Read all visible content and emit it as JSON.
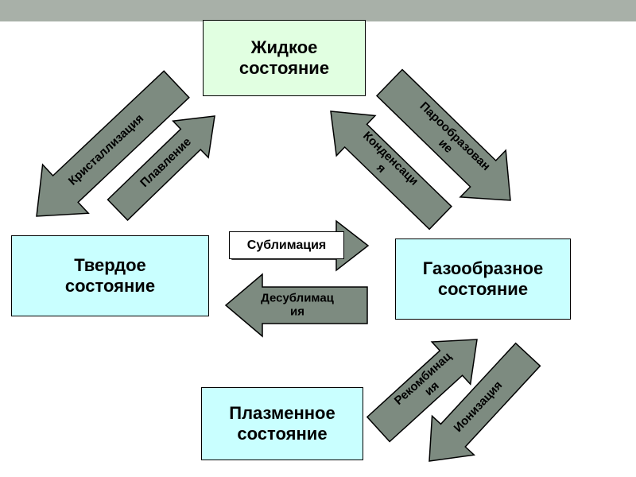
{
  "slide": {
    "title": "Agregate states of matter diagram",
    "top_bar_color": "#a8b0a8",
    "background_color": "#ffffff"
  },
  "colors": {
    "arrow_fill": "#7d8b80",
    "arrow_outline": "#000000",
    "liquid_box": "#e1ffe1",
    "cyan_box": "#c9ffff",
    "box_border": "#000000"
  },
  "nodes": {
    "liquid": {
      "label": "Жидкое состояние"
    },
    "solid": {
      "label": "Твердое состояние"
    },
    "gas": {
      "label": "Газообразное состояние"
    },
    "plasma": {
      "label": "Плазменное состояние"
    }
  },
  "arrows": {
    "crystallization": {
      "label": "Кристаллизация",
      "from": "liquid",
      "to": "solid"
    },
    "melting": {
      "label": "Плавление",
      "from": "solid",
      "to": "liquid"
    },
    "condensation": {
      "label": "Конденсация",
      "from": "gas",
      "to": "liquid"
    },
    "vaporization": {
      "label": "Парообразование",
      "from": "liquid",
      "to": "gas"
    },
    "sublimation": {
      "label": "Сублимация",
      "from": "solid",
      "to": "gas"
    },
    "desublimation": {
      "label": "Десублимация",
      "from": "gas",
      "to": "solid"
    },
    "recombination": {
      "label": "Рекомбинация",
      "from": "plasma",
      "to": "gas"
    },
    "ionization": {
      "label": "Ионизация",
      "from": "gas",
      "to": "plasma"
    }
  }
}
